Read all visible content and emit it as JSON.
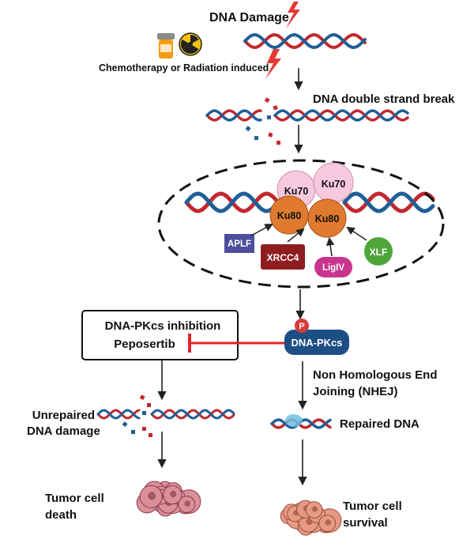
{
  "title": "DNA Damage",
  "trigger_label": "Chemotherapy or Radiation induced",
  "trigger_icons": [
    "pill-bottle-icon",
    "radiation-icon"
  ],
  "break_label": "DNA double strand break",
  "complex": {
    "ku70": [
      "Ku70",
      "Ku70"
    ],
    "ku80": [
      "Ku80",
      "Ku80"
    ],
    "aplf": "APLF",
    "xrcc4": "XRCC4",
    "ligiv": "LigIV",
    "xlf": "XLF"
  },
  "dnapkcs": {
    "label": "DNA-PKcs",
    "phospho": "P"
  },
  "inhibitor": {
    "line1": "DNA-PKcs inhibition",
    "line2": "Peposertib"
  },
  "left_path": {
    "outcome": "Unrepaired\nDNA damage",
    "final": "Tumor cell\ndeath"
  },
  "right_path": {
    "process": "Non Homologous End\nJoining (NHEJ)",
    "outcome": "Repaired DNA",
    "final": "Tumor cell\nsurvival"
  },
  "colors": {
    "dna_red": "#c0292f",
    "dna_blue": "#1f5f96",
    "ku70": "#f6c9dd",
    "ku80": "#e07a2e",
    "aplf": "#4b4f9d",
    "xrcc4": "#8e1d22",
    "ligiv": "#c9348e",
    "xlf": "#4ea53a",
    "dnapkcs": "#1d4f84",
    "phospho": "#d63a3a",
    "inhibit": "#e0242a"
  }
}
